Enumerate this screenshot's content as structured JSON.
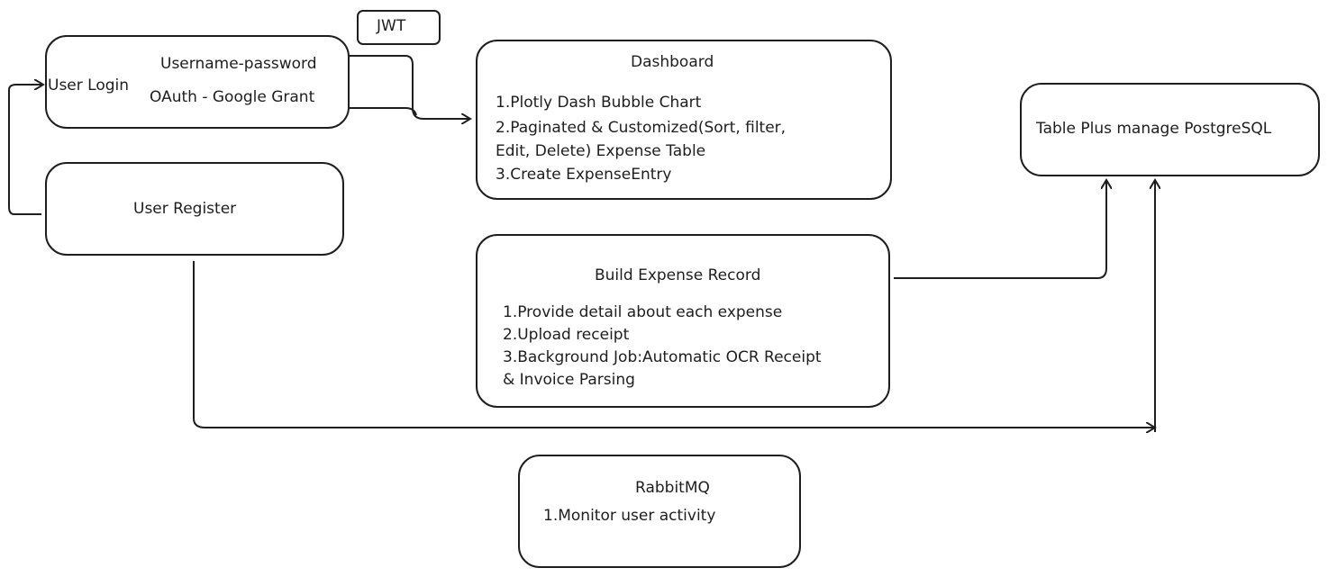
{
  "login": {
    "label": "User Login",
    "method_password": "Username-password",
    "method_oauth": "OAuth - Google Grant"
  },
  "register": {
    "label": "User Register"
  },
  "token": {
    "label": "JWT"
  },
  "dashboard": {
    "title": "Dashboard",
    "items": [
      "1.Plotly Dash Bubble Chart",
      "2.Paginated & Customized(Sort, filter,",
      "Edit, Delete) Expense Table",
      "3.Create ExpenseEntry"
    ]
  },
  "database": {
    "label": "Table Plus manage PostgreSQL"
  },
  "expense_record": {
    "title": "Build Expense Record",
    "items": [
      "1.Provide detail about each expense",
      "2.Upload receipt",
      "3.Background Job:Automatic OCR Receipt",
      "& Invoice Parsing"
    ]
  },
  "queue": {
    "title": "RabbitMQ",
    "items": [
      "1.Monitor user activity"
    ]
  },
  "colors": {
    "stroke": "#1e1e1e",
    "background": "#ffffff"
  }
}
